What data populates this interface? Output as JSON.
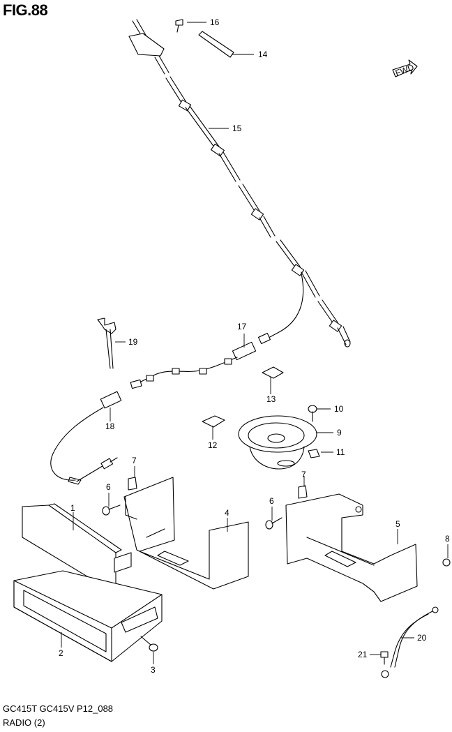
{
  "figure": {
    "title": "FIG.88",
    "code": "GC415T GC415V P12_088",
    "name": "RADIO (2)",
    "direction_badge": "FWD"
  },
  "callouts": [
    "1",
    "2",
    "3",
    "4",
    "5",
    "6",
    "6",
    "7",
    "7",
    "8",
    "9",
    "10",
    "11",
    "12",
    "13",
    "14",
    "15",
    "16",
    "17",
    "18",
    "19",
    "20",
    "21"
  ],
  "colors": {
    "line": "#000000",
    "background": "#ffffff"
  }
}
